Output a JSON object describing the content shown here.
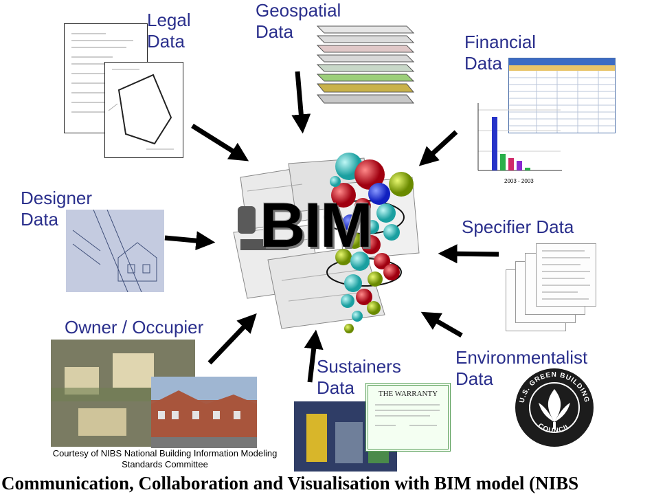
{
  "center_label": "BIM",
  "labels": {
    "legal": [
      "Legal",
      "Data"
    ],
    "geospatial": [
      "Geospatial",
      "Data"
    ],
    "financial": [
      "Financial",
      "Data"
    ],
    "designer": [
      "Designer",
      "Data"
    ],
    "specifier": "Specifier Data",
    "owner": "Owner / Occupier",
    "sustainers": [
      "Sustainers",
      "Data"
    ],
    "environmentalist": [
      "Environmentalist",
      "Data"
    ]
  },
  "credit": [
    "Courtesy of NIBS National Building Information Modeling",
    "Standards Committee"
  ],
  "warranty_title": "THE WARRANTY",
  "green_council": {
    "top": "U.S. GREEN BUILDING",
    "bottom": "COUNCIL"
  },
  "chart_caption": "2003 - 2003",
  "caption": "Communication, Collaboration and Visualisation with BIM model (NIBS",
  "colors": {
    "label": "#2a2f8c",
    "arrow": "#000000"
  }
}
